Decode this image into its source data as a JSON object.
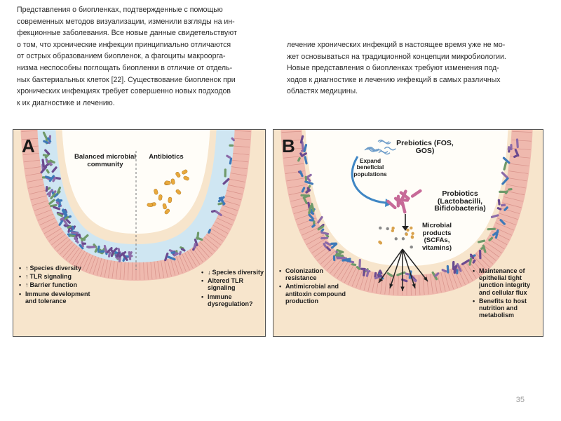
{
  "left_column": [
    "Представления о биопленках, подтвержденные с помощью",
    "современных методов визуализации, изменили взгляды на ин-",
    "фекционные заболевания. Все новые данные свидетельствуют",
    "о том, что хронические инфекции принципиально отличаются",
    "от острых образованием биопленок, а фагоциты макроорга-",
    "низма неспособны поглощать биопленки в отличие от отдель-",
    "ных бактериальных клеток [22]. Существование биопленок при",
    "хронических инфекциях требует совершенно новых подходов",
    "к их диагностике и лечению."
  ],
  "right_column": [
    "лечение хронических инфекций в настоящее время уже не мо-",
    "жет основываться на традиционной концепции микробиологии.",
    "Новые представления о биопленках требуют изменения под-",
    "ходов к диагностике и лечению инфекций в самых различных",
    "областях медицины."
  ],
  "figure": {
    "panel_a": {
      "letter": "A",
      "balanced_label": "Balanced microbial community",
      "antibiotics_label": "Antibiotics",
      "left_list": [
        {
          "arrow": "↑",
          "text": "Species diversity"
        },
        {
          "arrow": "↑",
          "text": "TLR signaling"
        },
        {
          "arrow": "↑",
          "text": "Barrier function"
        },
        {
          "arrow": "",
          "text": "Immune development and tolerance"
        }
      ],
      "right_list": [
        {
          "arrow": "↓",
          "text": "Species diversity"
        },
        {
          "arrow": "",
          "text": "Altered TLR signaling"
        },
        {
          "arrow": "",
          "text": "Immune dysregulation?"
        }
      ]
    },
    "panel_b": {
      "letter": "B",
      "prebiotics_label": "Prebiotics (FOS, GOS)",
      "expand_label": "Expand beneficial populations",
      "probiotics_label": "Probiotics (Lactobacilli, Bifidobacteria)",
      "products_label": "Microbial products (SCFAs, vitamins)",
      "left_list": [
        {
          "arrow": "",
          "text": "Colonization resistance"
        },
        {
          "arrow": "",
          "text": "Antimicrobial and antitoxin compound production"
        }
      ],
      "right_list": [
        {
          "arrow": "",
          "text": "Maintenance of epithelial tight junction integrity and cellular flux"
        },
        {
          "arrow": "",
          "text": "Benefits to host nutrition and metabolism"
        }
      ]
    }
  },
  "page_number": "35",
  "colors": {
    "tissue": "#f7e5cc",
    "epithelium": "#efb9ae",
    "mucus": "#cfe6f2",
    "lumen": "#fffdf8",
    "bacteria_purple": "#6b4a8f",
    "bacteria_blue": "#3e79b8",
    "bacteria_green": "#6f9a6a",
    "antibiotic": "#e9a93c",
    "probiotic": "#c76a98"
  }
}
